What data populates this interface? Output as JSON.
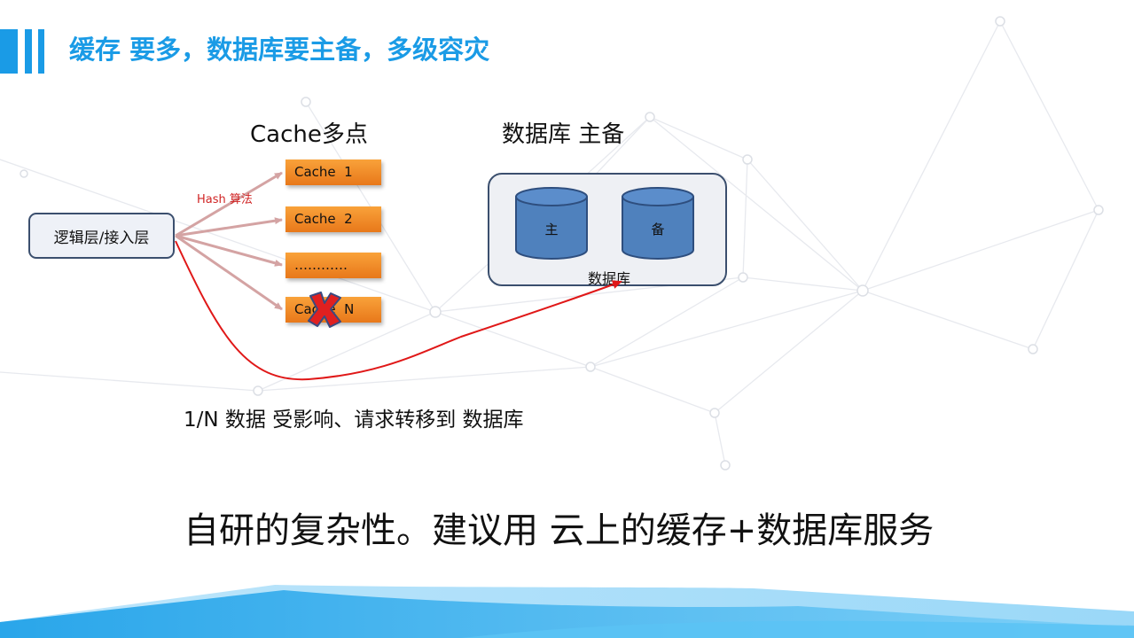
{
  "slide": {
    "title": "缓存 要多，数据库要主备，多级容灾"
  },
  "diagram": {
    "cache_heading": "Cache多点",
    "db_heading": "数据库 主备",
    "logic_box_label": "逻辑层/接入层",
    "hash_label": "Hash 算法",
    "caches": [
      "Cache  1",
      "Cache  2",
      "…………",
      "Cache  N"
    ],
    "failed_cache_index": 3,
    "db_panel_label": "数据库",
    "db_primary_label": "主",
    "db_backup_label": "备",
    "caption": "1/N 数据 受影响、请求转移到 数据库",
    "conclusion": "自研的复杂性。建议用 云上的缓存+数据库服务"
  },
  "colors": {
    "title": "#1a9be6",
    "cache_fill": "#f08c25",
    "cylinder_fill": "#4f81bd",
    "cylinder_stroke": "#2e4e7e",
    "box_border": "#3b4f6e",
    "hash_arrow": "#d4a3a3",
    "failover_arrow": "#e01818",
    "fail_mark": "#e02020"
  },
  "icons": {
    "fail_mark": "red-x-icon",
    "database": "cylinder-icon"
  }
}
